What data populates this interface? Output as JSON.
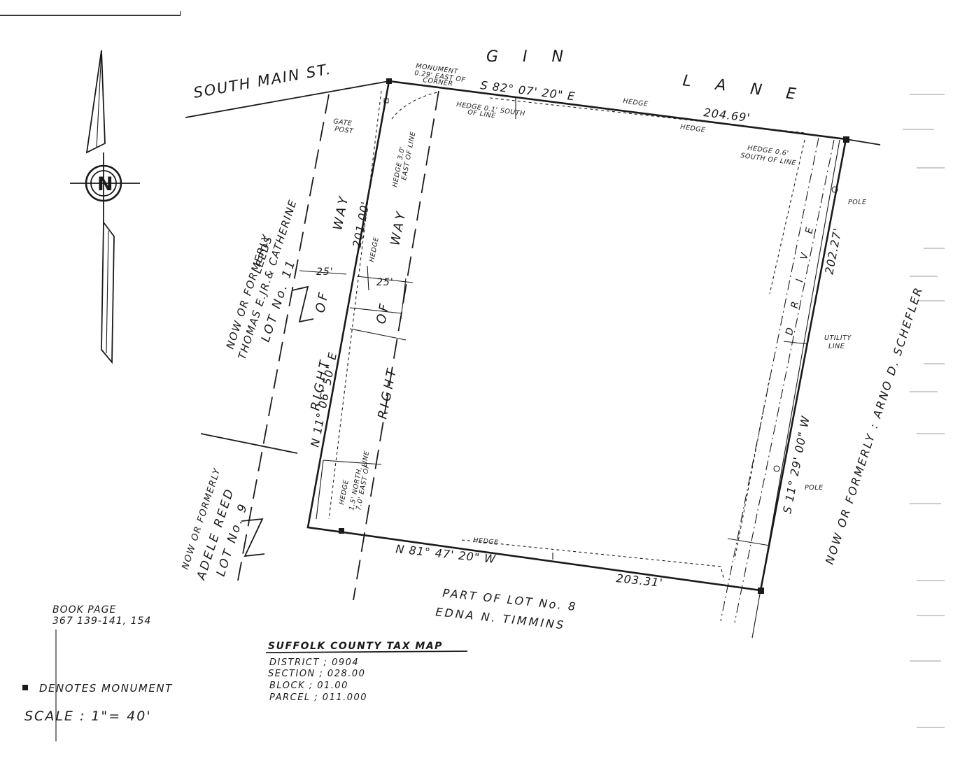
{
  "streets": {
    "south_main": "SOUTH MAIN ST.",
    "gin": "G I N",
    "lane": "L A N E"
  },
  "bearings": {
    "north": "S 82° 07' 20\" E",
    "east": "S 11° 29' 00\" W",
    "south": "N 81° 47' 20\" W",
    "west": "N 11° 06' 50\" E"
  },
  "distances": {
    "north": "204.69'",
    "east": "202.27'",
    "south": "203.31'",
    "west": "201.00'",
    "row_left": "25'",
    "row_right": "25'"
  },
  "notes": {
    "monument_1": "MONUMENT",
    "monument_2": "0.29' EAST OF",
    "monument_3": "CORNER",
    "gate_1": "GATE",
    "gate_2": "POST",
    "hedge_south_1": "HEDGE 0.1' SOUTH",
    "hedge_south_2": "OF LINE",
    "hedge_top": "HEDGE",
    "hedge_top2": "HEDGE",
    "hedge_ne_1": "HEDGE 0.6'",
    "hedge_ne_2": "SOUTH OF LINE",
    "hedge_east_1": "HEDGE 3.0'",
    "hedge_east_2": "EAST OF LINE",
    "hedge_mid": "HEDGE",
    "hedge_bottom": "HEDGE",
    "hedge_sw_1": "HEDGE",
    "hedge_sw_2": "1.5' NORTH,",
    "hedge_sw_3": "7.0' EAST OF",
    "hedge_sw_4": "LINE",
    "pole_1": "POLE",
    "pole_2": "POLE",
    "utility_1": "UTILITY",
    "utility_2": "LINE",
    "drive": "D R I V E"
  },
  "row": {
    "right": "RIGHT",
    "of": "OF",
    "way": "WAY"
  },
  "owners": {
    "west_1": "NOW OR FORMERLY",
    "west_2": "THOMAS E.JR.& CATHERINE",
    "west_3": "LEEDS",
    "west_4": "LOT No. 11",
    "sw_1": "NOW OR FORMERLY",
    "sw_2": "ADELE REED",
    "sw_3": "LOT No. 9",
    "east": "NOW OR FORMERLY : ARNO D. SCHEFLER",
    "south_1": "PART OF LOT No. 8",
    "south_2": "EDNA N. TIMMINS"
  },
  "book": {
    "label": "BOOK  PAGE",
    "value": "367      139-141, 154"
  },
  "tax_map": {
    "title": "SUFFOLK COUNTY TAX MAP",
    "district": "DISTRICT ; 0904",
    "section": "SECTION ; 028.00",
    "block": "BLOCK ; 01.00",
    "parcel": "PARCEL ; 011.000"
  },
  "legend": {
    "monument": "DENOTES MONUMENT",
    "scale": "SCALE : 1\"= 40'"
  },
  "north_arrow": {
    "letter": "N"
  }
}
